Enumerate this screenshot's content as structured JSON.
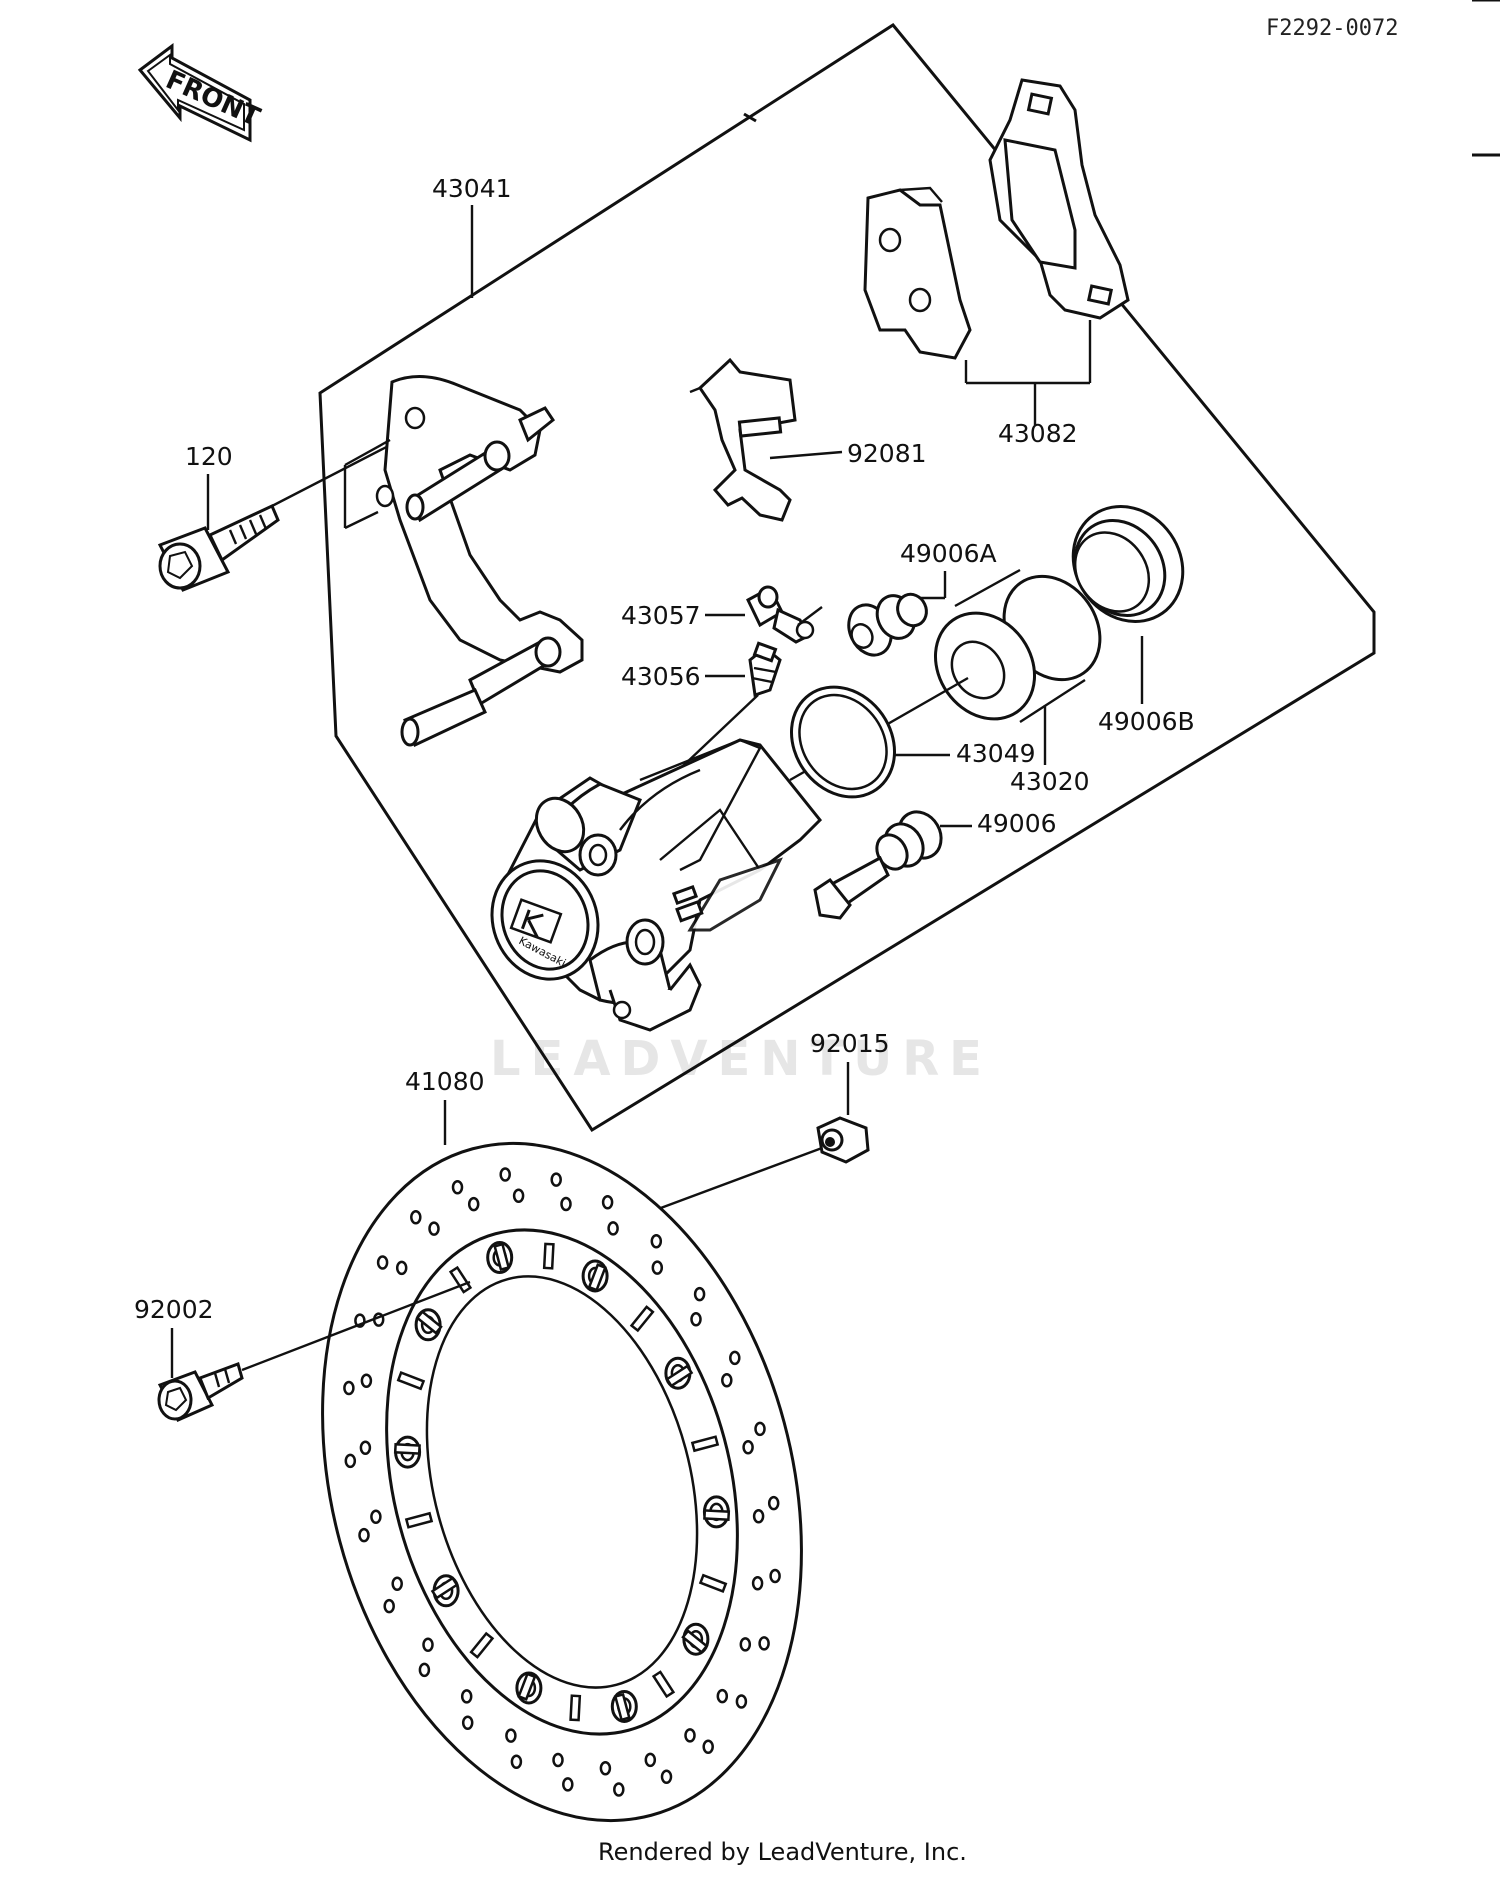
{
  "diagram": {
    "drawing_code": "F2292-0072",
    "front_label": "FRONT",
    "watermark": "LEADVENTURE",
    "footer": "Rendered by LeadVenture, Inc.",
    "part_labels": {
      "p43041": "43041",
      "p120": "120",
      "p92081": "92081",
      "p43082": "43082",
      "p49006A": "49006A",
      "p43057": "43057",
      "p43056": "43056",
      "p49006B": "49006B",
      "p43049": "43049",
      "p43020": "43020",
      "p49006": "49006",
      "p92015": "92015",
      "p41080": "41080",
      "p92002": "92002"
    },
    "caliper_brand": "Kawasaki"
  }
}
